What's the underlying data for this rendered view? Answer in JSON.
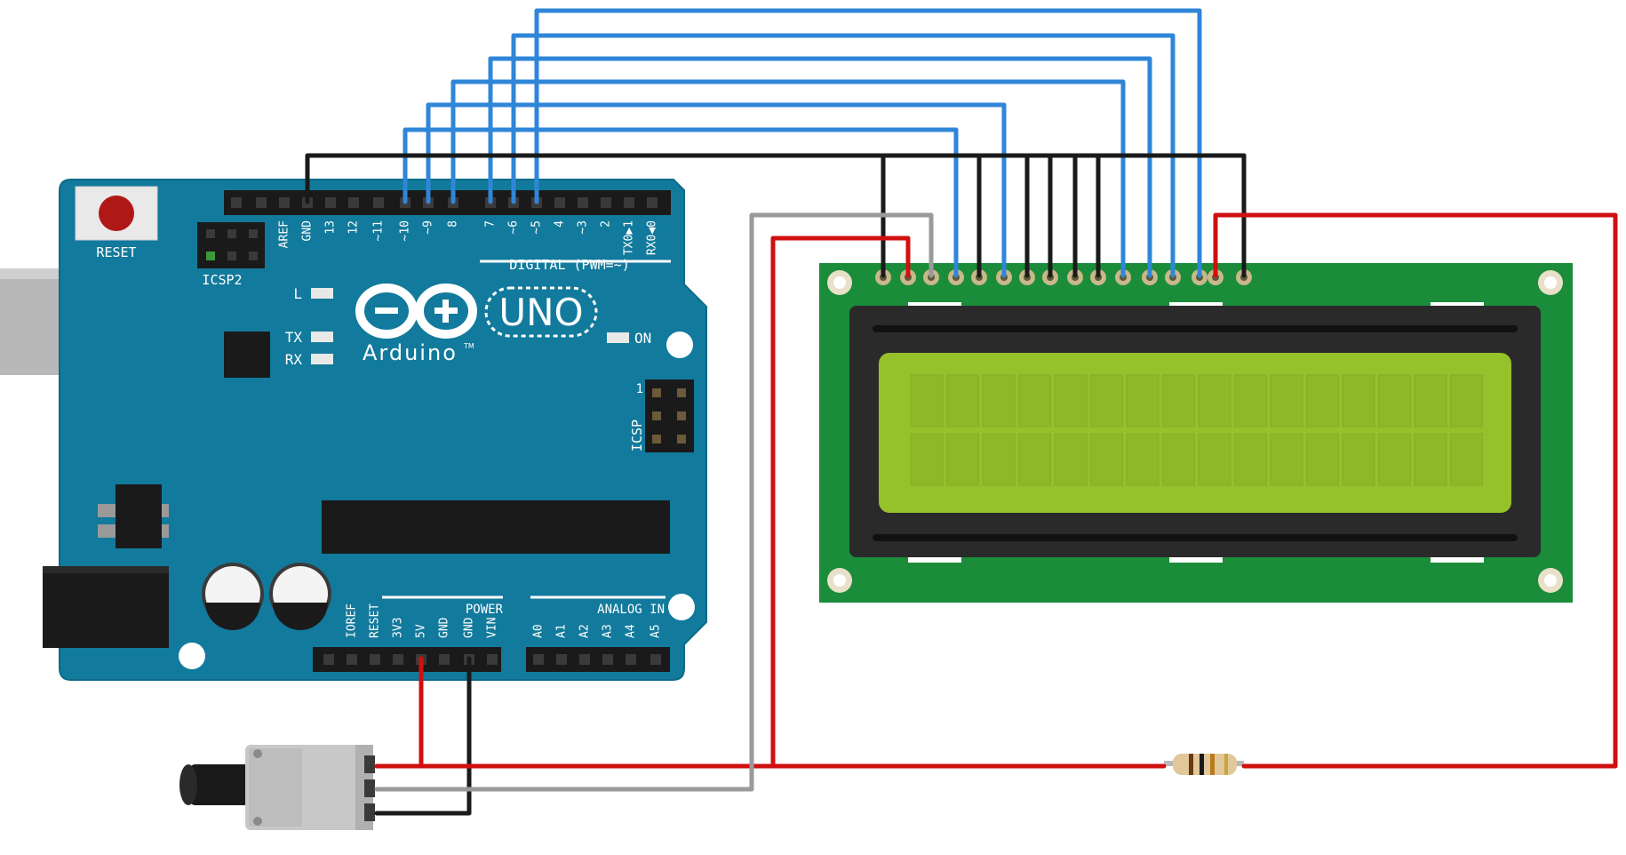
{
  "arduino": {
    "reset_label": "RESET",
    "icsp2_label": "ICSP2",
    "icsp_label": "ICSP",
    "icsp_pin1": "1",
    "led_l": "L",
    "led_tx": "TX",
    "led_rx": "RX",
    "led_on": "ON",
    "brand": "Arduino",
    "tm": "TM",
    "model": "UNO",
    "digital_label": "DIGITAL (PWM=~)",
    "power_label": "POWER",
    "analog_label": "ANALOG IN",
    "digital_pins": [
      "AREF",
      "GND",
      "13",
      "12",
      "~11",
      "~10",
      "~9",
      "8",
      "7",
      "~6",
      "~5",
      "4",
      "~3",
      "2",
      "TX0▶1",
      "RX0◀0"
    ],
    "power_pins": [
      "IOREF",
      "RESET",
      "3V3",
      "5V",
      "GND",
      "GND",
      "VIN"
    ],
    "analog_pins": [
      "A0",
      "A1",
      "A2",
      "A3",
      "A4",
      "A5"
    ]
  },
  "colors": {
    "board": "#127a9c",
    "lcd_pcb": "#1a8c3a",
    "lcd_screen": "#95c12b",
    "wire_blue": "#2f86d8",
    "wire_black": "#1a1a1a",
    "wire_red": "#d01010",
    "wire_gray": "#9a9a9a"
  }
}
